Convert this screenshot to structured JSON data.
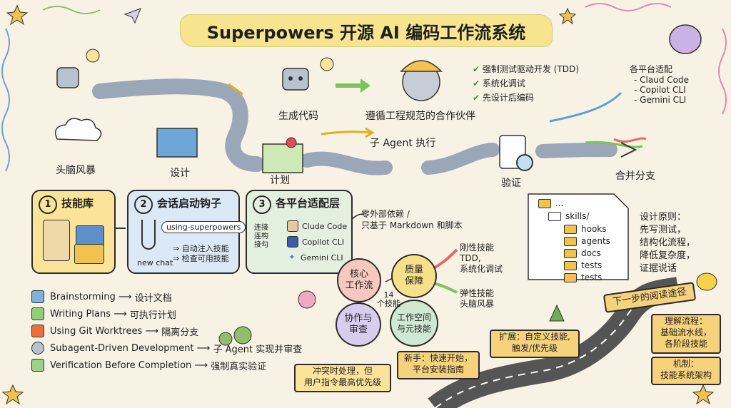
{
  "title": "Superpowers 开源 AI 编码工作流系统",
  "flow": {
    "brainstorm": "头脑风暴",
    "design": "设计",
    "generate_code": "生成代码",
    "plan": "计划",
    "sub_agent": "子 Agent 执行",
    "partner": "遵循工程规范的合作伙伴",
    "verify": "验证",
    "merge": "合并分支"
  },
  "checks": [
    "强制测试驱动开发 (TDD)",
    "系统化调试",
    "先设计后编码"
  ],
  "platforms": {
    "title": "各平台适配",
    "items": [
      "- Claud Code",
      "- Copilot CLI",
      "- Gemini CLI"
    ]
  },
  "panel1": {
    "num": "1",
    "title": "技能库"
  },
  "panel2": {
    "num": "2",
    "title": "会话启动钩子",
    "tag": "using-superpowers",
    "auto": "⇒ 自动注入技能",
    "check": "⇒ 检查可用技能",
    "new_chat": "new chat"
  },
  "panel3": {
    "num": "3",
    "title": "各平台适配层",
    "connect": "连接\n连构\n接勾",
    "items": [
      "Clude Code",
      "Copilot CLI",
      "Gemini CLI"
    ]
  },
  "zero_dep": "零外部依赖 /\n只基于 Markdown 和脚本",
  "tree": {
    "root": "...",
    "skills": "skills/",
    "children": [
      "hooks",
      "agents",
      "docs",
      "tests",
      "tests"
    ]
  },
  "principles": "设计原则：\n先写测试，\n结构化流程，\n降低复杂度，\n证据说话",
  "workflows": [
    {
      "name": "Brainstorming",
      "target": "设计文档"
    },
    {
      "name": "Writing Plans",
      "target": "可执行计划"
    },
    {
      "name": "Using Git Worktrees",
      "target": "隔离分支"
    },
    {
      "name": "Subagent-Driven Development",
      "target": "子 Agent 实现并审查"
    },
    {
      "name": "Verification Before Completion",
      "target": "强制真实验证"
    }
  ],
  "hub": {
    "core": "核心\n工作流",
    "quality": "质量\n保障",
    "collab": "协作与\n审查",
    "workspace": "工作空间\n与元技能",
    "count": "14\n个技能",
    "rigid": "刚性技能\nTDD,\n系统化调试",
    "flexible": "弹性技能\n头脑风暴"
  },
  "conflict": "冲突时处理，但\n用户指令最高优先级",
  "signs": {
    "newbie": "新手：快速开始，\n平台安装指南",
    "extend": "扩展：自定义技能,\n触发/优先级",
    "next": "下一步的阅读途径",
    "understand": "理解流程：\n基础流水线，\n各阶段技能",
    "mechanism": "机制：\n技能系统架构"
  },
  "colors": {
    "title_bg": "#f6e58e",
    "panel1": "#fbe49a",
    "panel2": "#dbe9f6",
    "panel3": "#e3f0e0",
    "core": "#f6c9c0",
    "quality": "#f6e08a",
    "collab": "#d9cdee",
    "workspace": "#cfe8d2",
    "sign": "#f6d27a"
  }
}
